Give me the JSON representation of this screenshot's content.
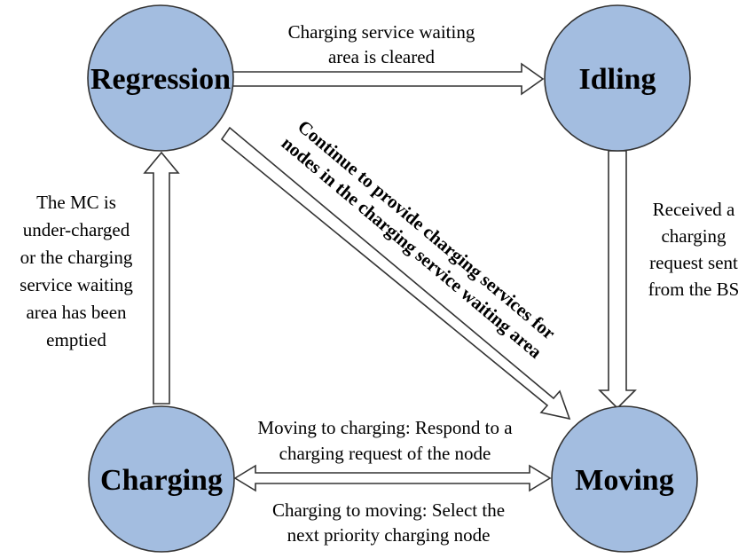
{
  "states": {
    "regression": "Regression",
    "idling": "Idling",
    "charging": "Charging",
    "moving": "Moving"
  },
  "transitions": {
    "regression_to_idling": [
      "Charging service waiting",
      "area is cleared"
    ],
    "idling_to_moving": [
      "Received a",
      "charging",
      "request sent",
      "from the BS"
    ],
    "charging_to_regression": [
      "The MC is",
      "under-charged",
      "or the charging",
      "service waiting",
      "area has been",
      "emptied"
    ],
    "regression_to_moving": [
      "Continue to provide charging services for",
      "nodes in the charging service waiting area"
    ],
    "moving_to_charging": [
      "Moving to charging: Respond to a",
      "charging request of the node"
    ],
    "charging_to_moving": [
      "Charging to moving: Select the",
      "next priority charging node"
    ]
  },
  "colors": {
    "node_fill": "#a3bde0",
    "stroke": "#333333"
  }
}
